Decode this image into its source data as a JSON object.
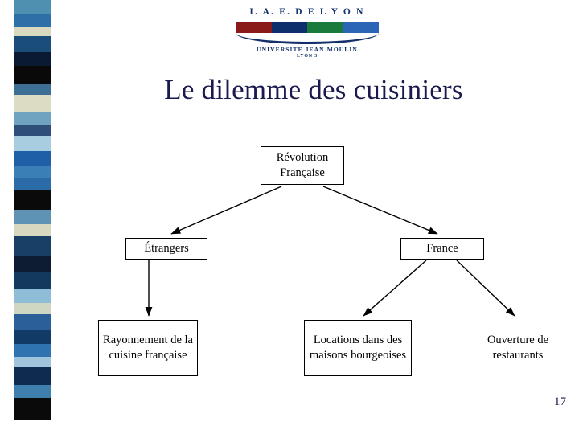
{
  "slide": {
    "title": "Le dilemme des cuisiniers",
    "page_number": "17"
  },
  "logo": {
    "title": "I. A. E.  D E  L Y O N",
    "subtitle": "UNIVERSITE JEAN MOULIN",
    "subtitle2": "LYON 3",
    "bar_colors": [
      "#8a1a1a",
      "#0d2f6b",
      "#1a7a3c",
      "#2a66b5"
    ]
  },
  "left_strip": {
    "colors": [
      {
        "color": "#4f8fb0",
        "h": 18
      },
      {
        "color": "#2f6fa8",
        "h": 16
      },
      {
        "color": "#d9d9c0",
        "h": 12
      },
      {
        "color": "#1a4d7a",
        "h": 20
      },
      {
        "color": "#0a1a33",
        "h": 18
      },
      {
        "color": "#090909",
        "h": 22
      },
      {
        "color": "#3d6e94",
        "h": 14
      },
      {
        "color": "#dcdcc4",
        "h": 22
      },
      {
        "color": "#6fa3c0",
        "h": 16
      },
      {
        "color": "#2f4f7a",
        "h": 14
      },
      {
        "color": "#a8cce0",
        "h": 20
      },
      {
        "color": "#1f5fa8",
        "h": 18
      },
      {
        "color": "#3a7fb5",
        "h": 16
      },
      {
        "color": "#2b6ba8",
        "h": 14
      },
      {
        "color": "#0a0a0a",
        "h": 26
      },
      {
        "color": "#5f93b5",
        "h": 18
      },
      {
        "color": "#d8d8c0",
        "h": 16
      },
      {
        "color": "#1a3f66",
        "h": 24
      },
      {
        "color": "#0e1c33",
        "h": 20
      },
      {
        "color": "#12395e",
        "h": 22
      },
      {
        "color": "#8fbcd6",
        "h": 18
      },
      {
        "color": "#cfd6c2",
        "h": 14
      },
      {
        "color": "#2a5f99",
        "h": 20
      },
      {
        "color": "#123a66",
        "h": 18
      },
      {
        "color": "#2f74b0",
        "h": 16
      },
      {
        "color": "#9fc4db",
        "h": 14
      },
      {
        "color": "#0f2b4f",
        "h": 22
      },
      {
        "color": "#3f7fae",
        "h": 16
      },
      {
        "color": "#0a0a0a",
        "h": 28
      },
      {
        "color": "#ffffff",
        "h": 18
      }
    ]
  },
  "diagram": {
    "nodes": [
      {
        "id": "revolution",
        "label": "Révolution Française"
      },
      {
        "id": "etrangers",
        "label": "Étrangers"
      },
      {
        "id": "france",
        "label": "France"
      },
      {
        "id": "rayonnement",
        "label": "Rayonnement de la cuisine française"
      },
      {
        "id": "locations",
        "label": "Locations dans des maisons bourgeoises"
      },
      {
        "id": "ouverture",
        "label": "Ouverture de restaurants"
      }
    ]
  }
}
